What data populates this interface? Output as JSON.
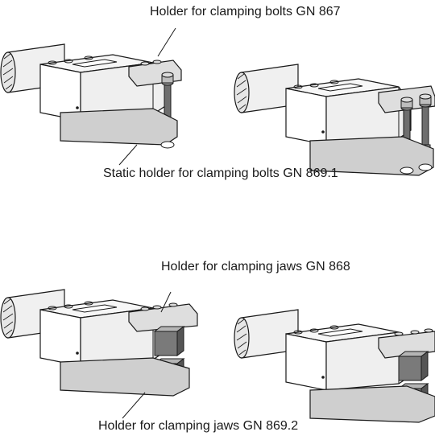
{
  "labels": {
    "top_holder": "Holder for clamping bolts GN 867",
    "top_static": "Static holder for clamping bolts GN 869.1",
    "bottom_holder": "Holder for clamping jaws GN 868",
    "bottom_static": "Holder for clamping jaws GN 869.2"
  },
  "colors": {
    "body_light": "#f2f2f2",
    "body_mid": "#d9d9d9",
    "body_shade": "#bdbdbd",
    "jaw_dark": "#6e6e6e",
    "jaw_mid": "#8c8c8c",
    "outline": "#1a1a1a"
  }
}
